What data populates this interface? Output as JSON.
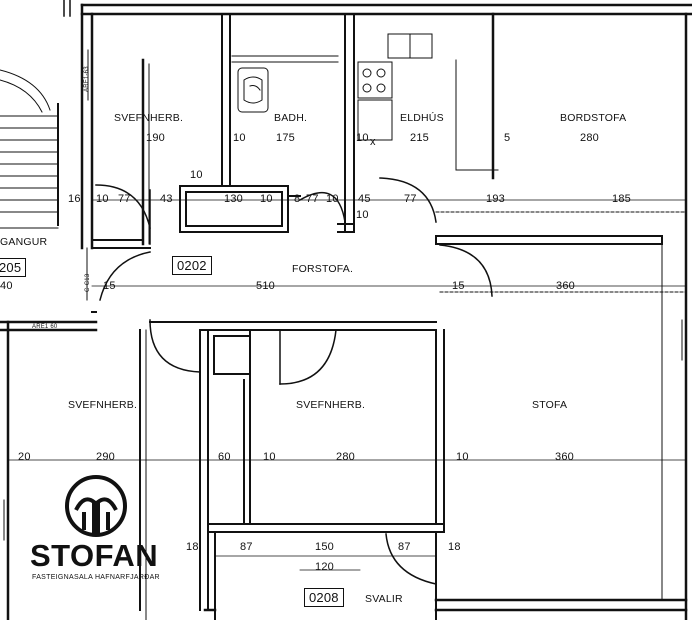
{
  "rooms": {
    "svefnherb_top": "SVEFNHERB.",
    "badh": "BADH.",
    "eldhus": "ELDHÚS",
    "bordstofa": "BORDSTOFA",
    "gangur": "GANGUR",
    "forstofa": "FORSTOFA.",
    "svefnherb_left": "SVEFNHERB.",
    "svefnherb_mid": "SVEFNHERB.",
    "stofa": "STOFA",
    "svalir": "SVALIR"
  },
  "unit_labels": {
    "main": "0202",
    "balcony": "0208",
    "left_partial": "205"
  },
  "dims": {
    "d190": "190",
    "d175": "175",
    "d215": "215",
    "d280": "280",
    "d10a": "10",
    "d10b": "10",
    "d5": "5",
    "d10c": "10",
    "d16": "16",
    "d10d": "10",
    "d77a": "77",
    "d43": "43",
    "d130": "130",
    "d10e": "10",
    "d8": "8",
    "d77b": "77",
    "d10f": "10",
    "d45": "45",
    "d10g": "10",
    "d77c": "77",
    "d193": "193",
    "d185": "185",
    "d40": "40",
    "d15a": "15",
    "d510": "510",
    "d15b": "15",
    "d360a": "360",
    "d20": "20",
    "d290": "290",
    "d60": "60",
    "d10h": "10",
    "d280b": "280",
    "d10i": "10",
    "d360b": "360",
    "d18a": "18",
    "d87a": "87",
    "d150": "150",
    "d120": "120",
    "d87b": "87",
    "d18b": "18",
    "x_mark": "x"
  },
  "margin_notes": {
    "m1": "ARE1-63",
    "m2": "ARE1 60",
    "m3": "C-C13"
  },
  "logo": {
    "brand": "STOFAN",
    "tagline": "FASTEIGNASALA HAFNARFJARÐAR"
  }
}
